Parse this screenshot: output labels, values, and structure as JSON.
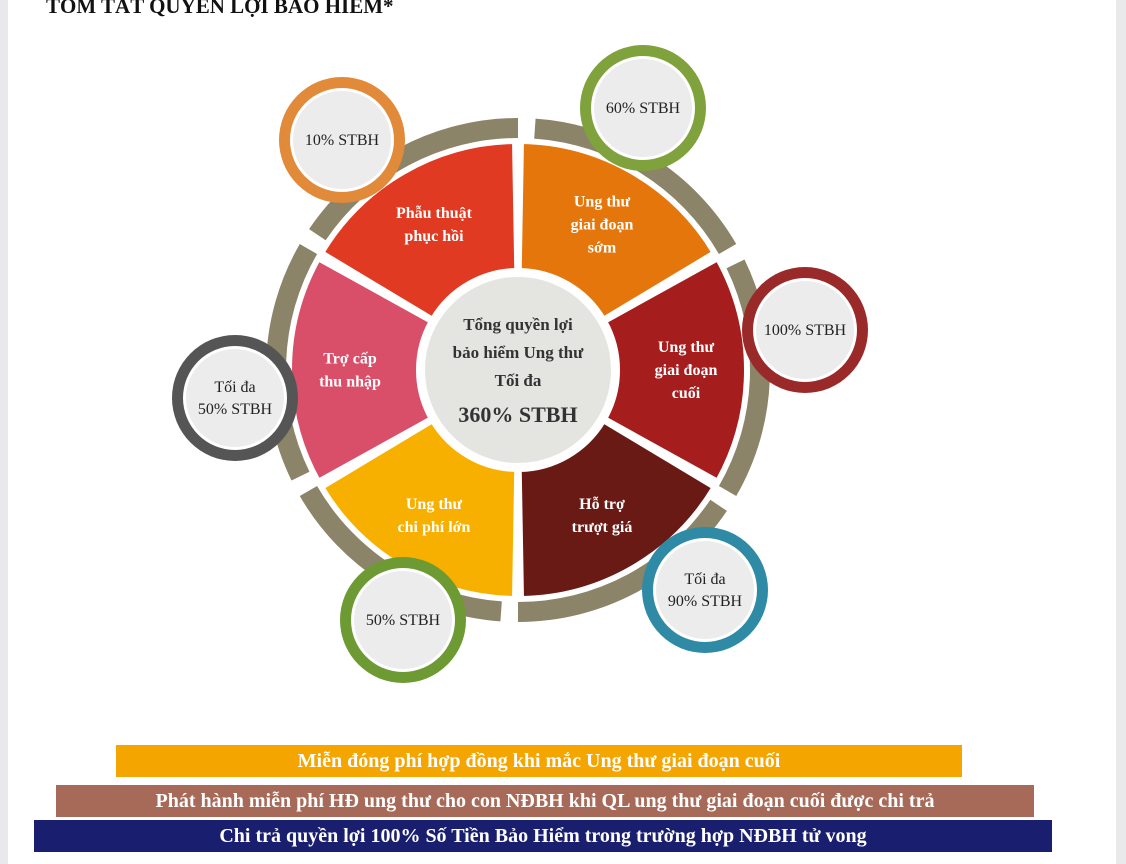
{
  "title": "TÓM TẮT QUYỀN LỢI BẢO HIỂM*",
  "center": {
    "lines": [
      "Tổng quyền lợi",
      "bảo hiểm Ung thư",
      "Tối đa"
    ],
    "total": "360% STBH"
  },
  "segments": [
    {
      "lines": [
        "Phẫu thuật",
        "phục hồi"
      ],
      "color": "#e03a22",
      "badge": [
        "10% STBH"
      ],
      "badge_color": "#e08a3a"
    },
    {
      "lines": [
        "Ung thư",
        "giai đoạn",
        "sớm"
      ],
      "color": "#e5760c",
      "badge": [
        "60% STBH"
      ],
      "badge_color": "#7fa23c"
    },
    {
      "lines": [
        "Ung thư",
        "giai đoạn",
        "cuối"
      ],
      "color": "#a51d1d",
      "badge": [
        "100% STBH"
      ],
      "badge_color": "#9a2a2a"
    },
    {
      "lines": [
        "Hỗ trợ",
        "trượt giá"
      ],
      "color": "#6a1a14",
      "badge": [
        "Tối đa",
        "50% STBH"
      ],
      "badge_color": "#555555"
    },
    {
      "lines": [
        "Ung thư",
        "chi phí lớn"
      ],
      "color": "#f7b000",
      "badge": [
        "50% STBH"
      ],
      "badge_color": "#6e9a34"
    },
    {
      "lines": [
        "Trợ cấp",
        "thu nhập"
      ],
      "color": "#d94f6a",
      "badge": [
        "Tối đa",
        "90% STBH"
      ],
      "badge_color": "#2f8aa6"
    }
  ],
  "bands": [
    "Miễn đóng phí hợp đồng khi mắc Ung thư giai đoạn cuối",
    "Phát hành miễn phí HĐ ung thư cho con NĐBH khi QL ung thư giai đoạn cuối được chi trả",
    "Chi trả quyền lợi 100% Số Tiền Bảo Hiểm trong trường hợp NĐBH tử vong"
  ]
}
